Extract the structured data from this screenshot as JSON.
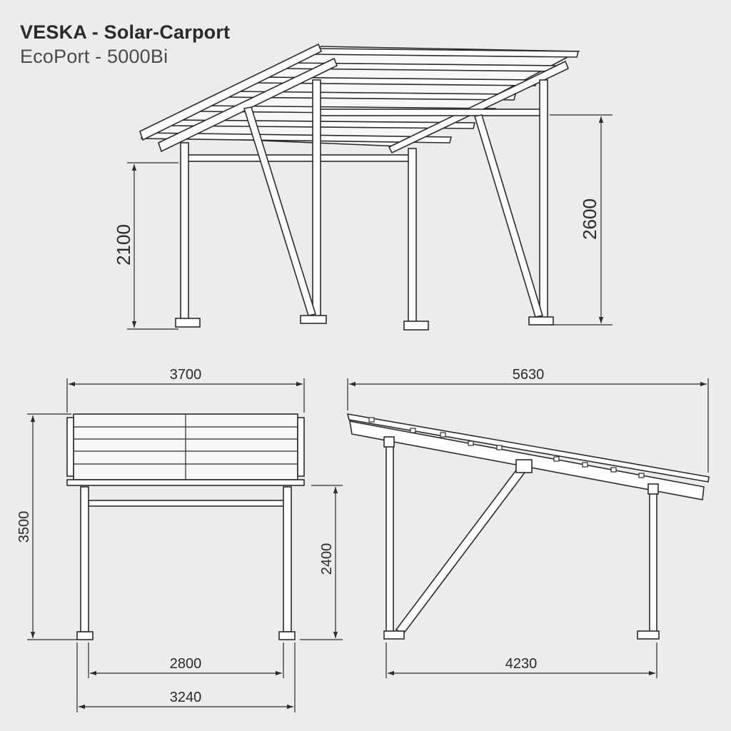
{
  "header": {
    "title": "VESKA - Solar-Carport",
    "subtitle": "EcoPort - 5000Bi"
  },
  "dimensions": {
    "perspective_front_height": "2100",
    "perspective_rear_height": "2600",
    "front_view_width": "3700",
    "front_view_total_height": "3500",
    "front_view_post_height": "2400",
    "front_view_inner_post_span": "2800",
    "front_view_outer_post_span": "3240",
    "side_view_length": "5630",
    "side_view_post_span": "4230"
  },
  "colors": {
    "background": "#ececec",
    "line": "#2b2b2b",
    "structure_fill": "#ffffff"
  }
}
